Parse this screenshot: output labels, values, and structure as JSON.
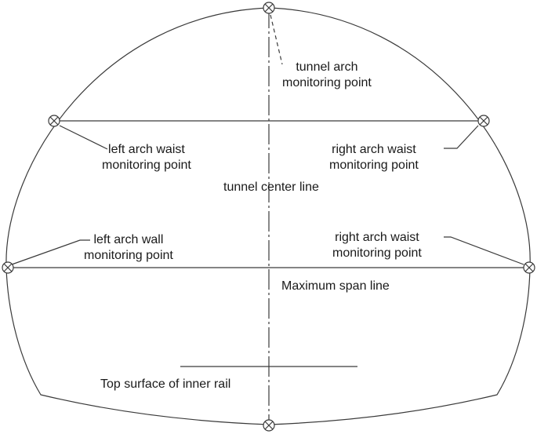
{
  "labels": {
    "tunnel_arch": {
      "line1": "tunnel arch",
      "line2": "monitoring point"
    },
    "left_arch_waist": {
      "line1": "left arch waist",
      "line2": "monitoring point"
    },
    "right_arch_waist_upper": {
      "line1": "right arch waist",
      "line2": "monitoring point"
    },
    "tunnel_center_line": "tunnel center line",
    "left_arch_wall": {
      "line1": "left arch wall",
      "line2": "monitoring point"
    },
    "right_arch_waist_lower": {
      "line1": "right arch waist",
      "line2": "monitoring point"
    },
    "maximum_span_line": "Maximum span line",
    "top_surface_inner_rail": "Top surface of inner rail"
  },
  "monitoring_point_symbol": "circle-x-icon",
  "colors": {
    "stroke": "#3a3a3a",
    "text": "#1a1a1a",
    "background": "#ffffff"
  }
}
